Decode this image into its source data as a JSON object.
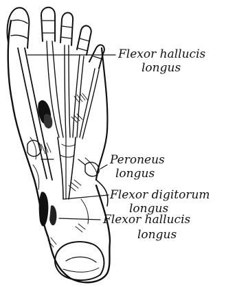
{
  "figure": {
    "labels": [
      {
        "id": "fhl_top_1",
        "text": "Flexor hallucis"
      },
      {
        "id": "fhl_top_2",
        "text": "longus"
      },
      {
        "id": "pl_1",
        "text": "Peroneus"
      },
      {
        "id": "pl_2",
        "text": "longus"
      },
      {
        "id": "fdl_1",
        "text": "Flexor digitorum"
      },
      {
        "id": "fdl_2",
        "text": "longus"
      },
      {
        "id": "fhl_bot_1",
        "text": "Flexor hallucis"
      },
      {
        "id": "fhl_bot_2",
        "text": "longus"
      }
    ]
  },
  "colors": {
    "ink": "#111111",
    "paper": "#ffffff"
  }
}
